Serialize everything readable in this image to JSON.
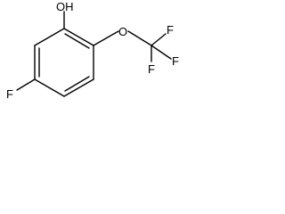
{
  "structure": {
    "type": "skeletal-formula",
    "colors": {
      "background": "#ffffff",
      "bond": "#000000",
      "text": "#000000"
    },
    "atom_labels": {
      "hydroxyl": "OH",
      "ether_oxygen": "O",
      "fluorine_top": "F",
      "fluorine_right": "F",
      "fluorine_bottom": "F",
      "fluorine_ring": "F"
    }
  }
}
